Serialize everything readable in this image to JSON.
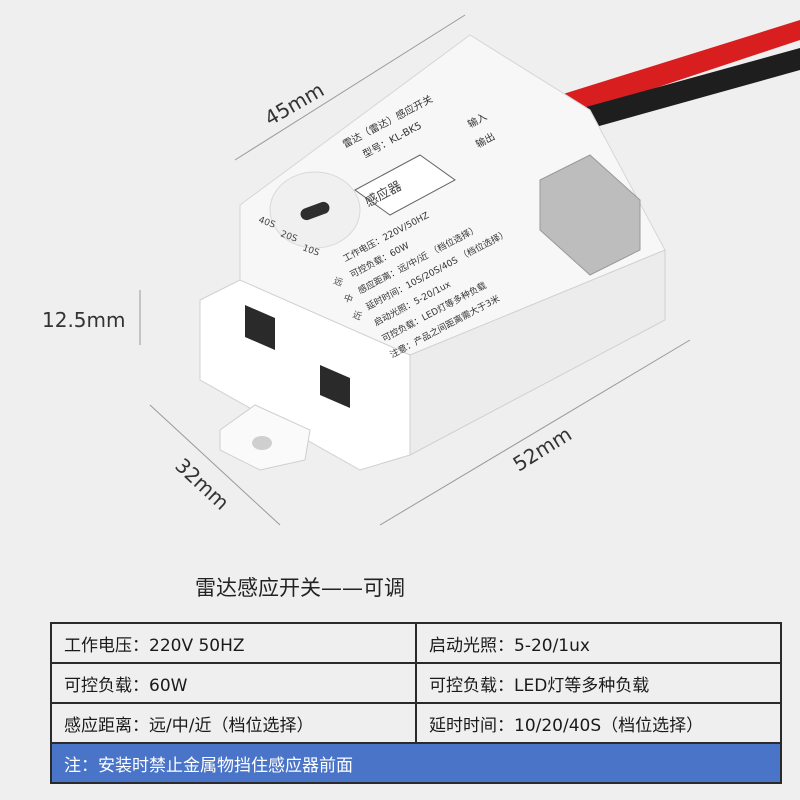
{
  "dimensions": {
    "width": "45mm",
    "height": "12.5mm",
    "depth": "32mm",
    "length": "52mm"
  },
  "device_label": {
    "title": "雷达（雷达）感应开关",
    "model": "型号：KL-BK5",
    "sensor": "感应器",
    "input": "输入",
    "output": "输出",
    "voltage": "工作电压：220V/50HZ",
    "load": "可控负载：60W",
    "distance": "感应距离：远/中/近 （档位选择）",
    "delay": "延时时间：10S/20S/40S （档位选择）",
    "lux": "启动光照：5-20/1ux",
    "led": "可控负载：LED灯等多种负载",
    "warning": "注意：产品之间距离需大于3米",
    "switch_marks": [
      "40S",
      "20S",
      "10S"
    ],
    "range_marks": [
      "远",
      "中",
      "近"
    ]
  },
  "caption": "雷达感应开关——可调",
  "specs": [
    {
      "label": "工作电压：",
      "value": "220V 50HZ",
      "label2": "启动光照：",
      "value2": "5-20/1ux"
    },
    {
      "label": "可控负载：",
      "value": "60W",
      "label2": "可控负载：",
      "value2": "LED灯等多种负载"
    },
    {
      "label": "感应距离：",
      "value": "远/中/近（档位选择）",
      "label2": "延时时间：",
      "value2": "10/20/40S（档位选择）"
    }
  ],
  "note": "注：安装时禁止金属物挡住感应器前面",
  "colors": {
    "background": "#efefef",
    "note_bar": "#4a74c8",
    "wire_red": "#d81e1e",
    "wire_black": "#1a1a1a"
  }
}
